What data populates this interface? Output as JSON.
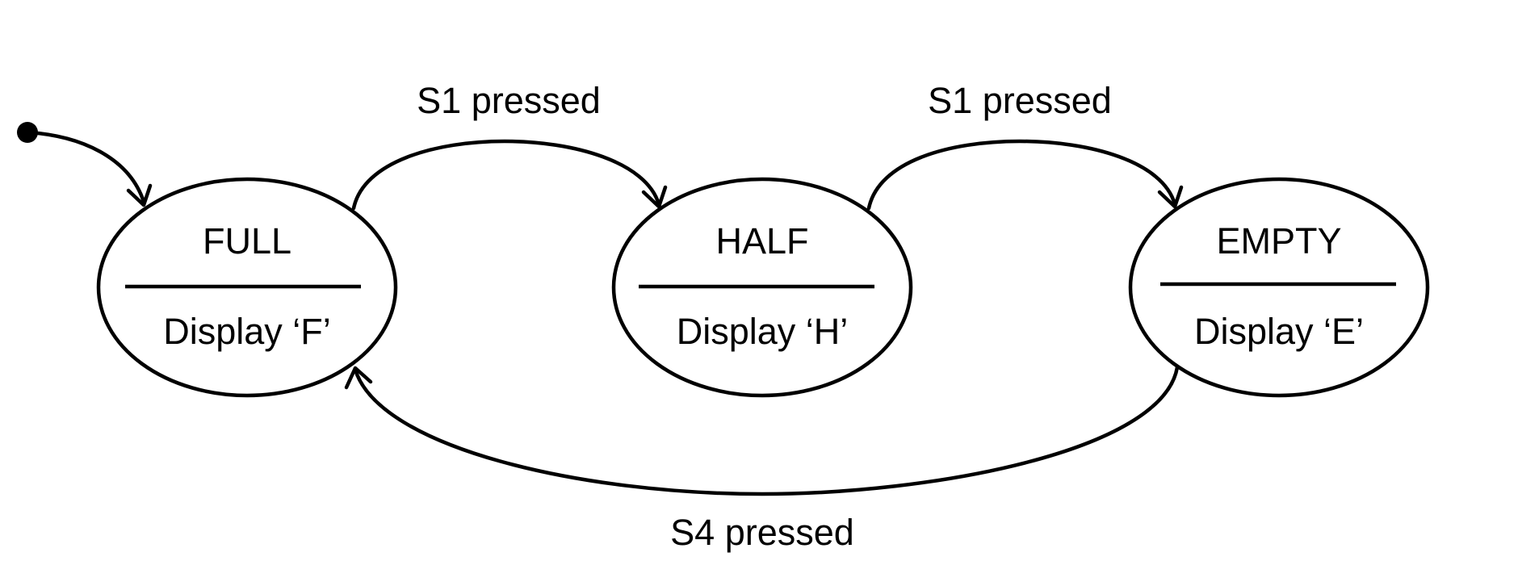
{
  "diagram": {
    "type": "state-machine",
    "states": [
      {
        "name": "FULL",
        "action": "Display ‘F’"
      },
      {
        "name": "HALF",
        "action": "Display ‘H’"
      },
      {
        "name": "EMPTY",
        "action": "Display ‘E’"
      }
    ],
    "transitions": [
      {
        "from": "FULL",
        "to": "HALF",
        "label": "S1 pressed"
      },
      {
        "from": "HALF",
        "to": "EMPTY",
        "label": "S1 pressed"
      },
      {
        "from": "EMPTY",
        "to": "FULL",
        "label": "S4 pressed"
      }
    ],
    "initial_state": "FULL"
  }
}
